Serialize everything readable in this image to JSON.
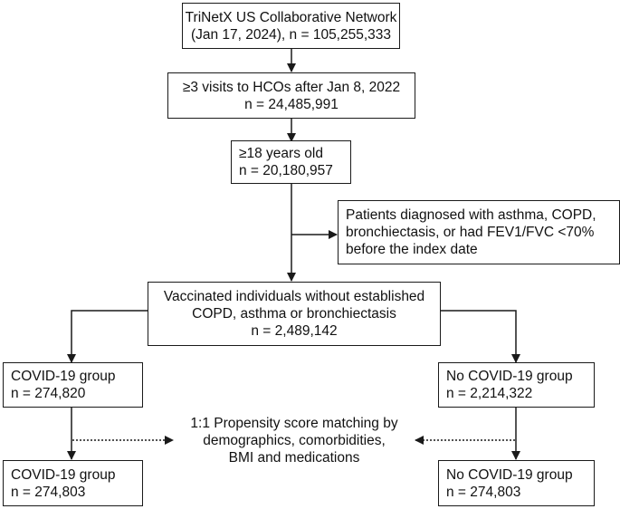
{
  "diagram": {
    "source": {
      "line1": "TriNetX US Collaborative Network",
      "line2": "(Jan 17, 2024), n = 105,255,333"
    },
    "visits": {
      "line1": "≥3 visits to HCOs after Jan 8, 2022",
      "line2": "n = 24,485,991"
    },
    "age": {
      "line1": "≥18 years old",
      "line2": "n = 20,180,957"
    },
    "exclusion": {
      "line1": "Patients diagnosed with asthma, COPD,",
      "line2": "bronchiectasis, or had FEV1/FVC <70%",
      "line3": "before the index date"
    },
    "vaccinated": {
      "line1": "Vaccinated individuals without established",
      "line2": "COPD, asthma or bronchiectasis",
      "line3": "n = 2,489,142"
    },
    "covid_before": {
      "line1": "COVID-19 group",
      "line2": "n = 274,820"
    },
    "no_covid_before": {
      "line1": "No COVID-19 group",
      "line2": "n = 2,214,322"
    },
    "matching": {
      "line1": "1:1 Propensity score matching by",
      "line2": "demographics, comorbidities,",
      "line3": "BMI and medications"
    },
    "covid_after": {
      "line1": "COVID-19 group",
      "line2": "n = 274,803"
    },
    "no_covid_after": {
      "line1": "No COVID-19 group",
      "line2": "n = 274,803"
    }
  }
}
